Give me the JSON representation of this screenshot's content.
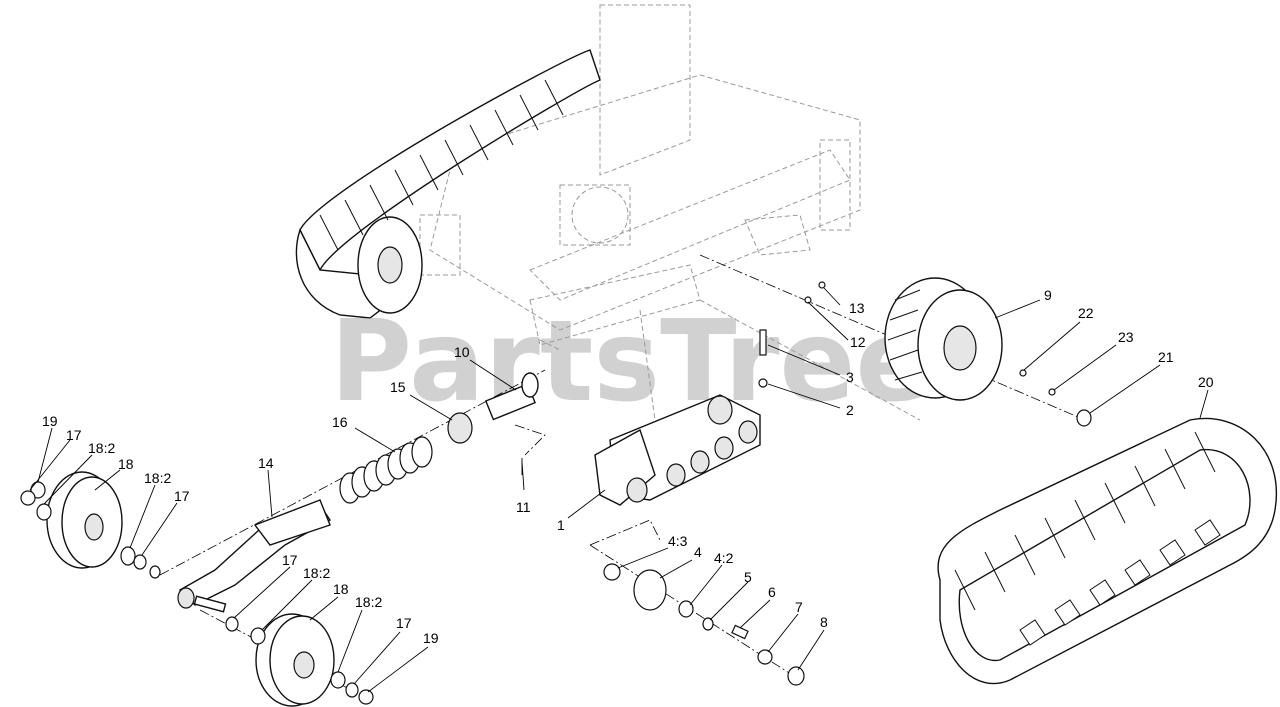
{
  "watermark": "PartsTree",
  "callouts": [
    {
      "key": "c19a",
      "text": "19"
    },
    {
      "key": "c17a",
      "text": "17"
    },
    {
      "key": "c18-2a",
      "text": "18:2"
    },
    {
      "key": "c18a",
      "text": "18"
    },
    {
      "key": "c18-2b",
      "text": "18:2"
    },
    {
      "key": "c17b",
      "text": "17"
    },
    {
      "key": "c14",
      "text": "14"
    },
    {
      "key": "c16",
      "text": "16"
    },
    {
      "key": "c15",
      "text": "15"
    },
    {
      "key": "c10",
      "text": "10"
    },
    {
      "key": "c11",
      "text": "11"
    },
    {
      "key": "c1",
      "text": "1"
    },
    {
      "key": "c13",
      "text": "13"
    },
    {
      "key": "c12",
      "text": "12"
    },
    {
      "key": "c3",
      "text": "3"
    },
    {
      "key": "c2",
      "text": "2"
    },
    {
      "key": "c9",
      "text": "9"
    },
    {
      "key": "c22",
      "text": "22"
    },
    {
      "key": "c23",
      "text": "23"
    },
    {
      "key": "c21",
      "text": "21"
    },
    {
      "key": "c20",
      "text": "20"
    },
    {
      "key": "c4-3",
      "text": "4:3"
    },
    {
      "key": "c4",
      "text": "4"
    },
    {
      "key": "c4-2",
      "text": "4:2"
    },
    {
      "key": "c5",
      "text": "5"
    },
    {
      "key": "c6",
      "text": "6"
    },
    {
      "key": "c7",
      "text": "7"
    },
    {
      "key": "c8",
      "text": "8"
    },
    {
      "key": "c17c",
      "text": "17"
    },
    {
      "key": "c18-2c",
      "text": "18:2"
    },
    {
      "key": "c18b",
      "text": "18"
    },
    {
      "key": "c18-2d",
      "text": "18:2"
    },
    {
      "key": "c17d",
      "text": "17"
    },
    {
      "key": "c19b",
      "text": "19"
    }
  ]
}
